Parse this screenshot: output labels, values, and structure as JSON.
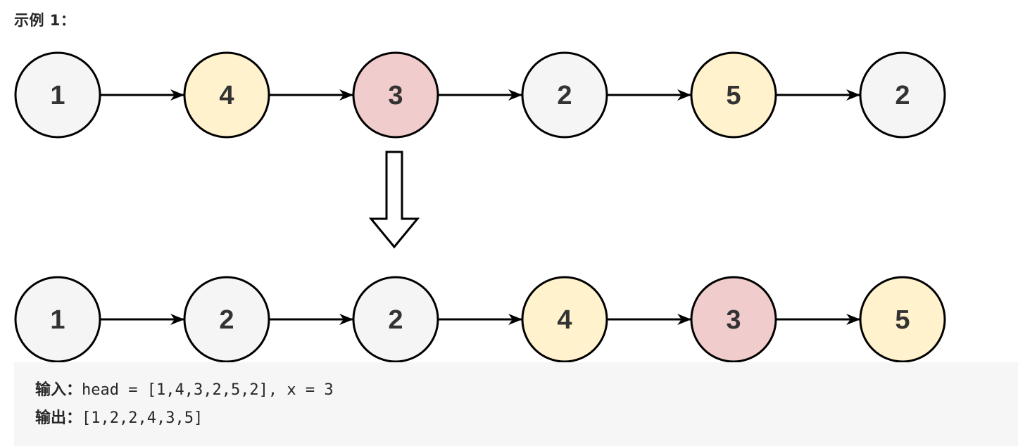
{
  "title": "示例 1：",
  "before_list": {
    "nodes": [
      {
        "label": "1",
        "color": "#f5f5f5"
      },
      {
        "label": "4",
        "color": "#fff2cc"
      },
      {
        "label": "3",
        "color": "#f0cccc"
      },
      {
        "label": "2",
        "color": "#f5f5f5"
      },
      {
        "label": "5",
        "color": "#fff2cc"
      },
      {
        "label": "2",
        "color": "#f5f5f5"
      }
    ]
  },
  "after_list": {
    "nodes": [
      {
        "label": "1",
        "color": "#f5f5f5"
      },
      {
        "label": "2",
        "color": "#f5f5f5"
      },
      {
        "label": "2",
        "color": "#f5f5f5"
      },
      {
        "label": "4",
        "color": "#fff2cc"
      },
      {
        "label": "3",
        "color": "#f0cccc"
      },
      {
        "label": "5",
        "color": "#fff2cc"
      }
    ]
  },
  "io": {
    "input_label": "输入：",
    "input_value": "head = [1,4,3,2,5,2], x = 3",
    "output_label": "输出：",
    "output_value": "[1,2,2,4,3,5]"
  },
  "colors": {
    "stroke": "#000000",
    "text": "#333333",
    "code_bg": "#f6f6f6"
  }
}
